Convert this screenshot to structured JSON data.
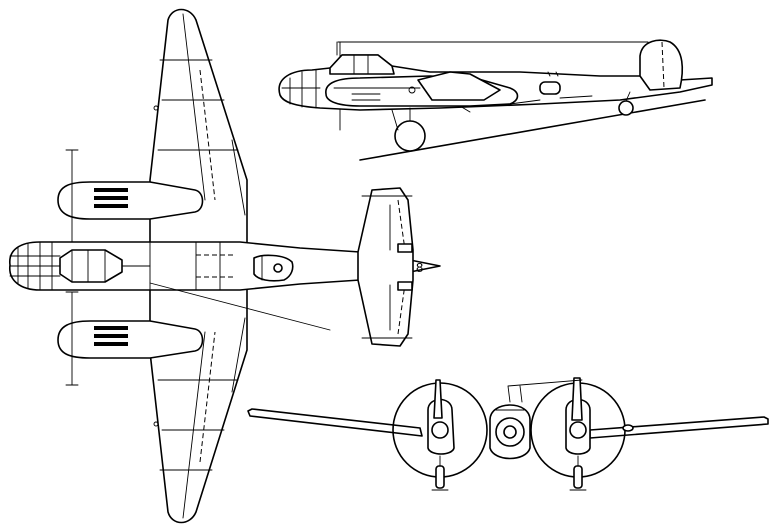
{
  "drawing": {
    "views": [
      {
        "id": "top",
        "label": ""
      },
      {
        "id": "side",
        "label": ""
      },
      {
        "id": "front",
        "label": ""
      }
    ],
    "markings": {
      "fin_number": "8"
    },
    "colors": {
      "line": "#000000",
      "paper": "#ffffff"
    }
  }
}
